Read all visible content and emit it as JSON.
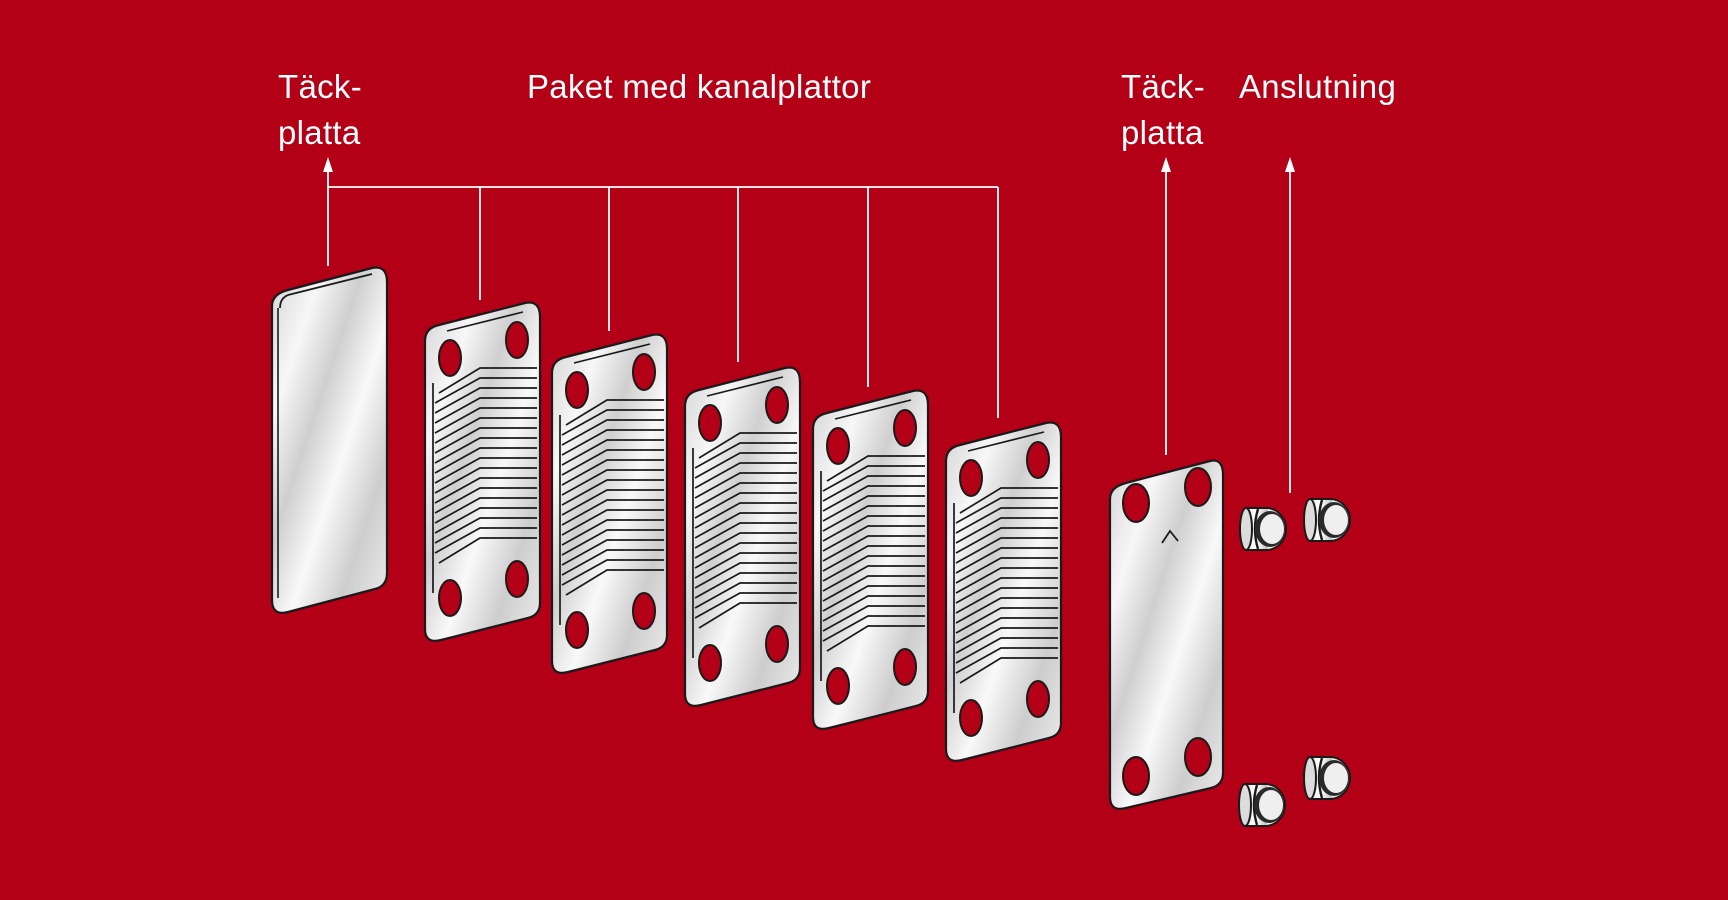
{
  "labels": {
    "front_cover": [
      "Täck-",
      "platta"
    ],
    "channel_pack": "Paket med kanalplattor",
    "back_cover": [
      "Täck-",
      "platta"
    ],
    "connection": "Anslutning"
  },
  "colors": {
    "background": "#B30016",
    "line": "#ffffff",
    "plate_light": "#f4f4f4",
    "plate_dark": "#c9c9c9",
    "outline": "#1a1a1a",
    "port_hole": "#B30016"
  },
  "components": {
    "front_cover_plate": 1,
    "channel_plates": 5,
    "back_cover_plate": 1,
    "connections": 4
  }
}
